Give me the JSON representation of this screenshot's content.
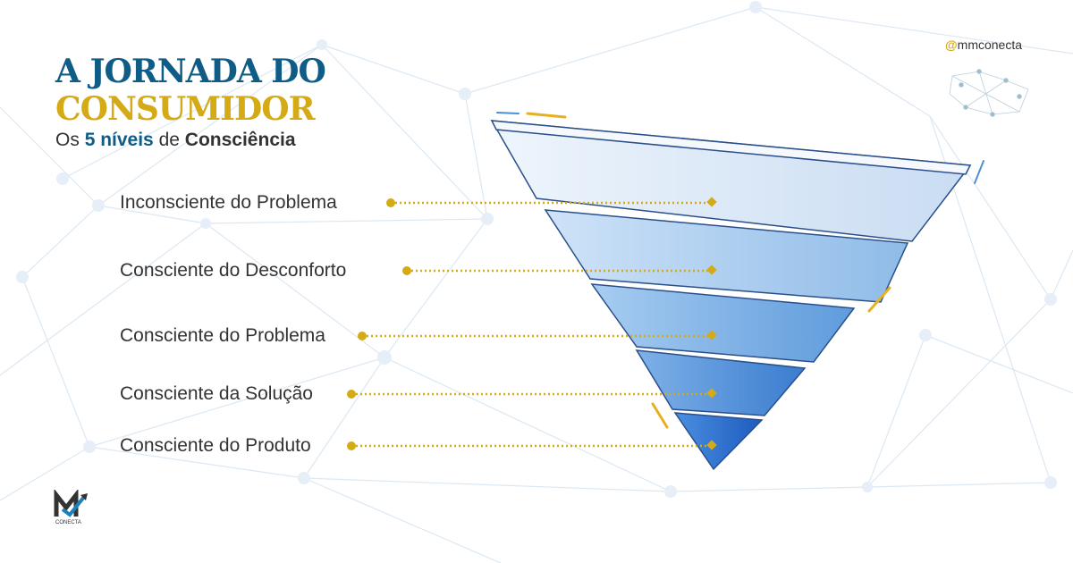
{
  "title": {
    "line1": "A JORNADA DO",
    "line2": "CONSUMIDOR"
  },
  "subtitle": {
    "prefix": "Os",
    "highlight": "5 níveis",
    "middle": "de",
    "emphasis": "Consciência"
  },
  "handle": {
    "at": "@",
    "name": "mmconecta"
  },
  "levels": [
    {
      "label": "Inconsciente do Problema"
    },
    {
      "label": "Consciente do Desconforto"
    },
    {
      "label": "Consciente do Problema"
    },
    {
      "label": "Consciente da Solução"
    },
    {
      "label": "Consciente do Produto"
    }
  ],
  "logo": {
    "text": "CONECTA"
  },
  "colors": {
    "blue": "#0f5c86",
    "gold": "#d4aa17",
    "text": "#333333"
  }
}
